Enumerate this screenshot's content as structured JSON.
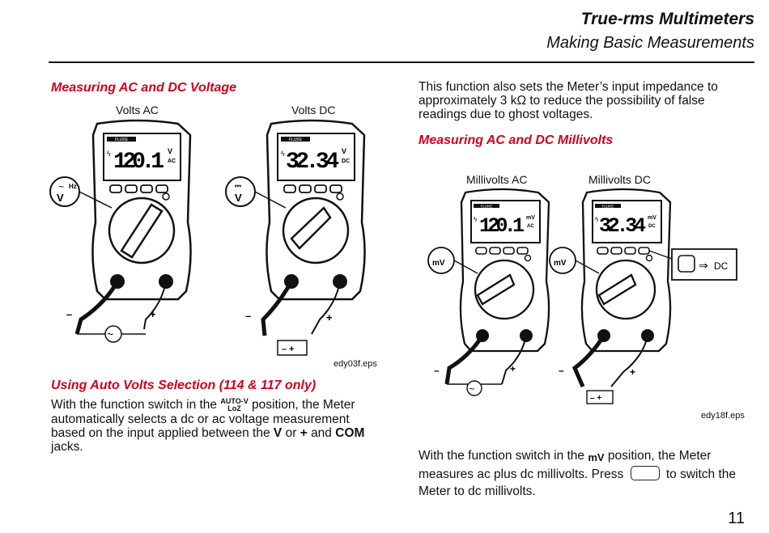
{
  "header": {
    "title": "True-rms Multimeters",
    "subtitle": "Making Basic Measurements"
  },
  "left": {
    "section1_title": "Measuring AC and DC Voltage",
    "caption_ac": "Volts AC",
    "caption_dc": "Volts DC",
    "meter_ac": {
      "reading": "120.1",
      "unit_top": "V",
      "unit_bot": "AC",
      "brand": "FLUKE",
      "dial_label": "V",
      "dial_sub": "Hz"
    },
    "meter_dc": {
      "reading": "32.34",
      "unit_top": "V",
      "unit_bot": "DC",
      "brand": "FLUKE",
      "dial_label": "V"
    },
    "figure_ref": "edy03f.eps",
    "section2_title": "Using Auto Volts Selection (114 & 117 only)",
    "para_part1": "With the function switch in the",
    "auto_top": "AUTO-V",
    "auto_bot": "LoZ",
    "para_part2": "position, the Meter automatically selects a dc or ac voltage measurement based on the input applied between the",
    "para_v": "V",
    "para_or": "or",
    "para_plus": "+",
    "para_and": "and",
    "para_com": "COM",
    "para_end": "jacks."
  },
  "right": {
    "intro": "This function also sets the Meter’s input impedance to approximately 3 kΩ to reduce the possibility of false readings due to ghost voltages.",
    "section3_title": "Measuring AC and DC Millivolts",
    "caption_mvac": "Millivolts AC",
    "caption_mvdc": "Millivolts DC",
    "meter_mvac": {
      "reading": "120.1",
      "unit_top": "mV",
      "unit_bot": "AC",
      "brand": "FLUKE",
      "dial_label": "mV"
    },
    "meter_mvdc": {
      "reading": "32.34",
      "unit_top": "mV",
      "unit_bot": "DC",
      "brand": "FLUKE",
      "dial_label": "mV"
    },
    "callout_dc": "DC",
    "figure_ref": "edy18f.eps",
    "para_part1": "With the function switch in the",
    "mv_symbol": "mV",
    "para_part2": "position, the Meter measures ac plus dc millivolts. Press",
    "para_part3": "to switch the Meter to dc millivolts."
  },
  "page_number": "11"
}
